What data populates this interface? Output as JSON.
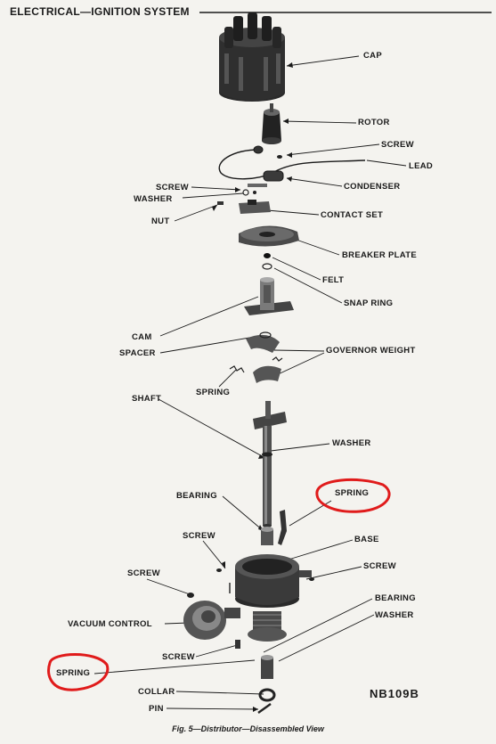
{
  "header": {
    "title": "ELECTRICAL—IGNITION SYSTEM"
  },
  "labels": {
    "cap": "CAP",
    "rotor": "ROTOR",
    "screw_top": "SCREW",
    "lead": "LEAD",
    "screw_left": "SCREW",
    "washer_left": "WASHER",
    "condenser": "CONDENSER",
    "nut": "NUT",
    "contact_set": "CONTACT SET",
    "breaker_plate": "BREAKER PLATE",
    "felt": "FELT",
    "snap_ring": "SNAP RING",
    "cam": "CAM",
    "spacer": "SPACER",
    "governor_weight": "GOVERNOR WEIGHT",
    "spring_governor": "SPRING",
    "shaft": "SHAFT",
    "washer_shaft": "WASHER",
    "bearing_upper": "BEARING",
    "spring_circled": "SPRING",
    "screw_mid": "SCREW",
    "base": "BASE",
    "screw_right": "SCREW",
    "screw_vacuum": "SCREW",
    "bearing_lower": "BEARING",
    "washer_lower": "WASHER",
    "vacuum_control": "VACUUM CONTROL",
    "screw_bottom": "SCREW",
    "spring_bottom": "SPRING",
    "collar": "COLLAR",
    "pin": "PIN"
  },
  "figure_code": "NB109B",
  "caption": "Fig. 5—Distributor—Disassembled View",
  "colors": {
    "annotation_circle": "#e01b1b",
    "ink": "#1a1a1a",
    "paper": "#f4f3ef"
  }
}
